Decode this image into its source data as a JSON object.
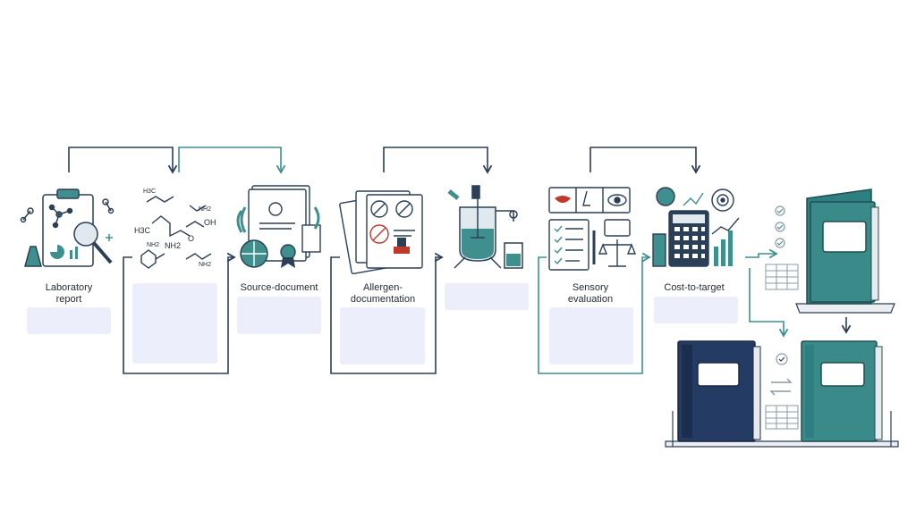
{
  "steps": [
    {
      "id": "lab",
      "label": "Laboratory report"
    },
    {
      "id": "chem",
      "label": ""
    },
    {
      "id": "source",
      "label": "Source-document"
    },
    {
      "id": "allergen",
      "label": "Allergen-documentation"
    },
    {
      "id": "process",
      "label": ""
    },
    {
      "id": "sensory",
      "label": "Sensory evaluation"
    },
    {
      "id": "cost",
      "label": "Cost-to-target"
    }
  ],
  "labels": {
    "lab_line1": "Laboratory",
    "lab_line2": "report",
    "source": "Source-document",
    "allergen_line1": "Allergen-",
    "allergen_line2": "documentation",
    "sensory_line1": "Sensory",
    "sensory_line2": "evaluation",
    "cost": "Cost-to-target"
  },
  "chem_text": {
    "h3c_top": "H3C",
    "nh2_top": "NH2",
    "h3c": "H3C",
    "nh2": "NH2",
    "oh": "OH",
    "o": "O",
    "nh2_low": "NH2",
    "nh2_low2": "NH2"
  },
  "colors": {
    "navy": "#2b3f57",
    "teal": "#3f8f8f",
    "teal_dark": "#2e7f80",
    "binder_teal": "#3a8a8a",
    "binder_navy": "#243b63",
    "placeholder": "#eceefb",
    "line": "#2b3f57"
  },
  "icons": [
    "clipboard-magnifier-icon",
    "molecule-icon",
    "certificate-globe-icon",
    "allergen-documents-icon",
    "reactor-vessel-icon",
    "sensory-checklist-icon",
    "calculator-chart-icon",
    "teal-binder-icon",
    "navy-binder-icon",
    "checklist-icon",
    "spreadsheet-icon",
    "swap-arrows-icon"
  ]
}
